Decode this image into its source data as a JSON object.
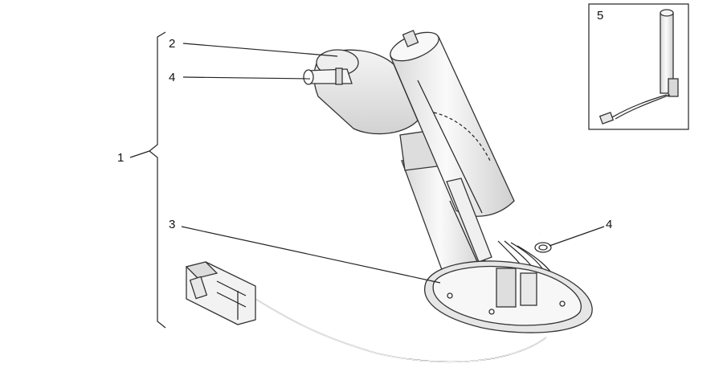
{
  "callouts": {
    "c1": "1",
    "c2": "2",
    "c3": "3",
    "c4a": "4",
    "c4b": "4",
    "c5": "5"
  },
  "colors": {
    "line": "#222222",
    "body_fill": "#f0f0f0",
    "shade_fill": "#d6d6d6"
  }
}
